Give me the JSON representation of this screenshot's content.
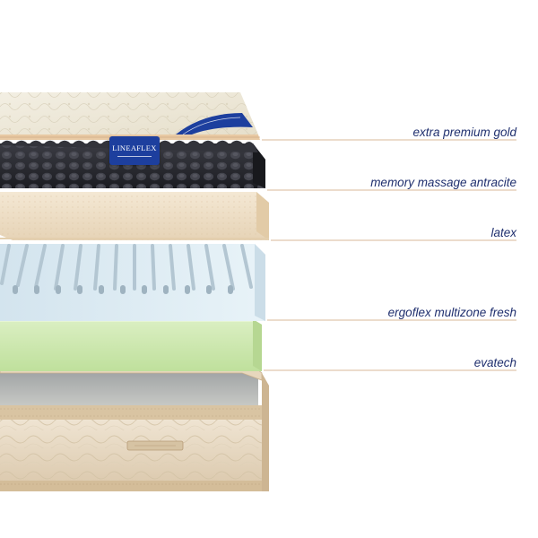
{
  "brand": {
    "name": "LINEAFLEX",
    "accent_color": "#1d3f9e"
  },
  "layers": [
    {
      "label": "extra premium gold",
      "color": "#efe9da"
    },
    {
      "label": "memory massage antracite",
      "color": "#2a2b31"
    },
    {
      "label": "latex",
      "color": "#eedfc6"
    },
    {
      "label": "ergoflex multizone fresh",
      "color": "#dcecf4"
    },
    {
      "label": "evatech",
      "color": "#cfe8b0"
    }
  ],
  "label_color": "#1f2f6e",
  "leader_color": "#d9b999"
}
